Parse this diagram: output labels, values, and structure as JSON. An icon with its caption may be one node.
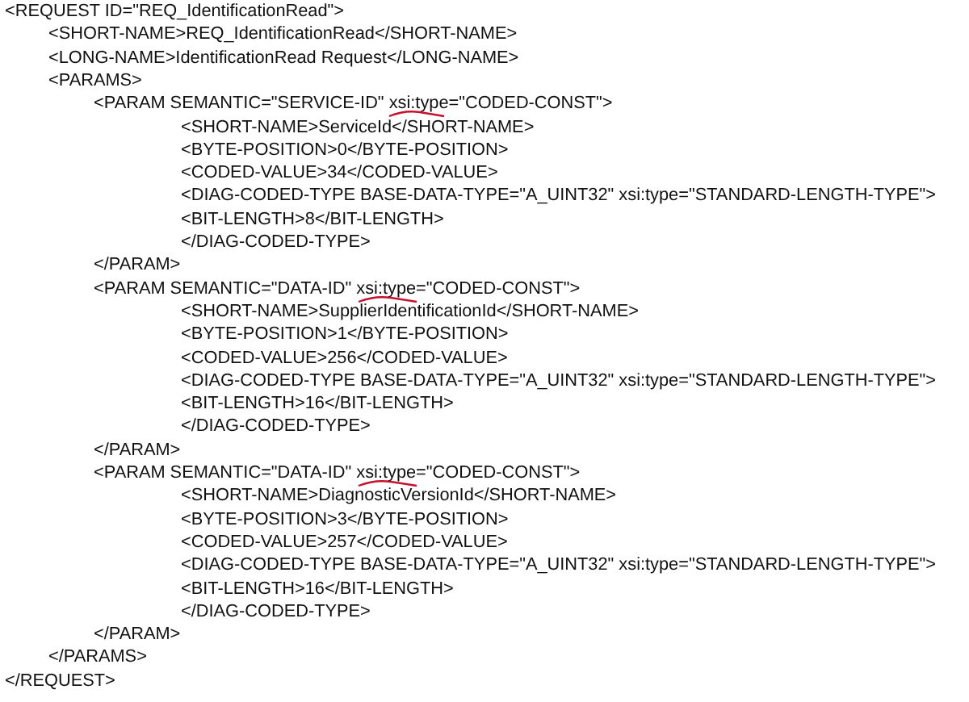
{
  "diagram": {
    "labels": [
      "<REQUEST ID=\"REQ_IdentificationRead\">",
      "<SHORT-NAME>REQ_IdentificationRead</SHORT-NAME>",
      "<LONG-NAME>IdentificationRead Request</LONG-NAME>",
      "<PARAMS>",
      "<PARAM SEMANTIC=\"SERVICE-ID\" xsi:type=\"CODED-CONST\">",
      "<SHORT-NAME>ServiceId</SHORT-NAME>",
      "<BYTE-POSITION>0</BYTE-POSITION>",
      "<CODED-VALUE>34</CODED-VALUE>",
      "<DIAG-CODED-TYPE BASE-DATA-TYPE=\"A_UINT32\" xsi:type=\"STANDARD-LENGTH-TYPE\">",
      "<BIT-LENGTH>8</BIT-LENGTH>",
      "</DIAG-CODED-TYPE>",
      "</PARAM>",
      "<PARAM SEMANTIC=\"DATA-ID\" xsi:type=\"CODED-CONST\">",
      "<SHORT-NAME>SupplierIdentificationId</SHORT-NAME>",
      "<BYTE-POSITION>1</BYTE-POSITION>",
      "<CODED-VALUE>256</CODED-VALUE>",
      "<DIAG-CODED-TYPE BASE-DATA-TYPE=\"A_UINT32\" xsi:type=\"STANDARD-LENGTH-TYPE\">",
      "<BIT-LENGTH>16</BIT-LENGTH>",
      "</DIAG-CODED-TYPE>",
      "</PARAM>",
      "<PARAM SEMANTIC=\"DATA-ID\" xsi:type=\"CODED-CONST\">",
      "<SHORT-NAME>DiagnosticVersionId</SHORT-NAME>",
      "<BYTE-POSITION>3</BYTE-POSITION>",
      "<CODED-VALUE>257</CODED-VALUE>",
      "<DIAG-CODED-TYPE BASE-DATA-TYPE=\"A_UINT32\" xsi:type=\"STANDARD-LENGTH-TYPE\">",
      "<BIT-LENGTH>16</BIT-LENGTH>",
      "</DIAG-CODED-TYPE>",
      "</PARAM>",
      "</PARAMS>",
      "</REQUEST>"
    ]
  }
}
